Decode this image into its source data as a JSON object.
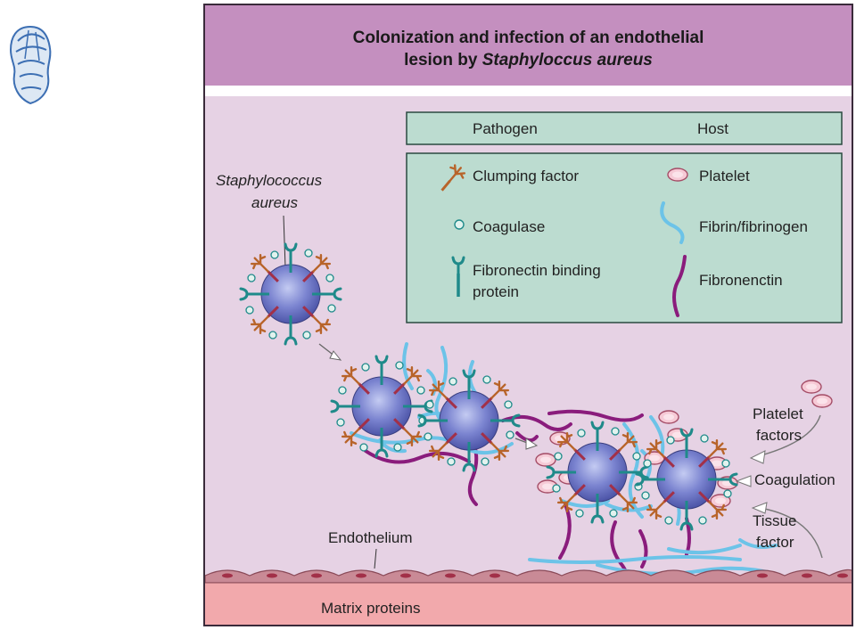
{
  "title": {
    "line1": "Colonization and infection of an endothelial",
    "line2_prefix": "lesion by ",
    "line2_italic": "Staphyloccus aureus"
  },
  "legend": {
    "header_pathogen": "Pathogen",
    "header_host": "Host",
    "clumping_factor": "Clumping factor",
    "coagulase": "Coagulase",
    "fnbp_line1": "Fibronectin binding",
    "fnbp_line2": "protein",
    "platelet": "Platelet",
    "fibrin": "Fibrin/fibrinogen",
    "fibronectin": "Fibronenctin"
  },
  "labels": {
    "organism_line1": "Staphylococcus",
    "organism_line2": "aureus",
    "platelet_factors_line1": "Platelet",
    "platelet_factors_line2": "factors",
    "coagulation": "Coagulation",
    "tissue_factor_line1": "Tissue",
    "tissue_factor_line2": "factor",
    "endothelium": "Endothelium",
    "matrix_proteins": "Matrix proteins"
  },
  "colors": {
    "title_band": "#c48fbf",
    "background": "#e6d2e4",
    "legend_fill": "#bcdcd0",
    "cell_blue": "#6f78c8",
    "receptor_teal": "#1f8a8a",
    "clumping_orange": "#b8642a",
    "platelet_pink": "#f4c6d2",
    "fibrin_blue": "#6cc3e8",
    "fibronectin_purple": "#8a1c7c",
    "matrix_pink": "#f2a9ac",
    "endothelium_red": "#a85a6c"
  }
}
